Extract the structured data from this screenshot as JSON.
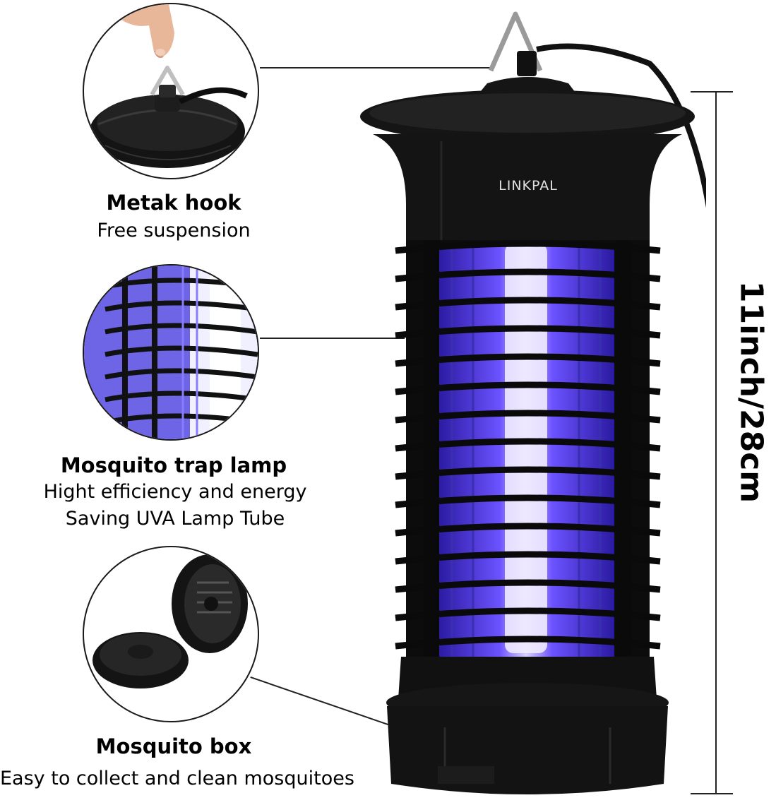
{
  "product": {
    "brand_text": "LINKPAL",
    "uv_color": "#5b3cff",
    "body_color": "#111111"
  },
  "callouts": [
    {
      "title": "Metak hook",
      "lines": [
        "Free suspension"
      ]
    },
    {
      "title": "Mosquito trap lamp",
      "lines": [
        "Hight efficiency and energy",
        "Saving UVA Lamp Tube"
      ]
    },
    {
      "title": "Mosquito box",
      "lines": [
        "Easy to collect and clean mosquitoes"
      ]
    }
  ],
  "dimension": {
    "label": "11inch/28cm"
  }
}
